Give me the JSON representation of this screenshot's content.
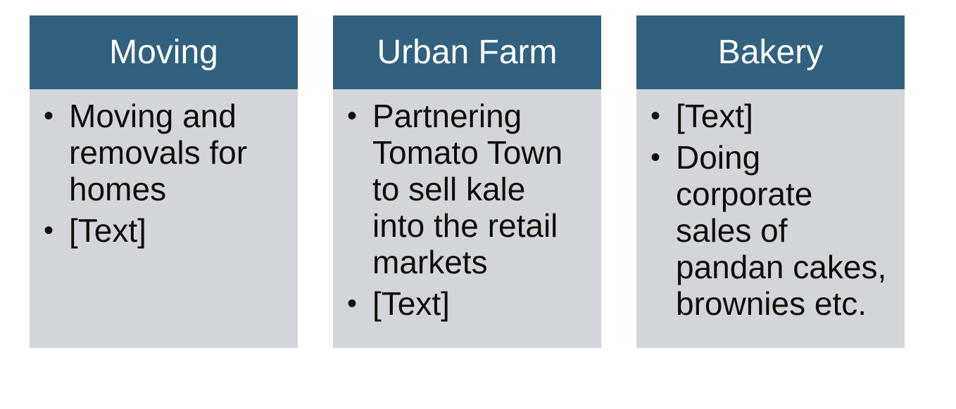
{
  "colors": {
    "slide_bg": "#FFFFFF",
    "header_bg": "#31617E",
    "header_text": "#FFFFFF",
    "body_bg": "#D2D5D9",
    "body_text": "#0D0D0D"
  },
  "ui": {
    "bullet_glyph": "•"
  },
  "cards": [
    {
      "title": "Moving",
      "bullets": [
        {
          "text": "Moving and removals for homes",
          "lines": [
            "Moving and",
            "removals for",
            "homes"
          ]
        },
        {
          "text": "[Text]",
          "lines": [
            "[Text]"
          ]
        }
      ]
    },
    {
      "title": "Urban Farm",
      "bullets": [
        {
          "text": "Partnering Tomato Town to sell kale into the retail markets",
          "lines": [
            "Partnering",
            "Tomato Town",
            "to sell kale",
            "into the retail",
            "markets"
          ]
        },
        {
          "text": "[Text]",
          "lines": [
            "[Text]"
          ]
        }
      ]
    },
    {
      "title": "Bakery",
      "bullets": [
        {
          "text": "[Text]",
          "lines": [
            "[Text]"
          ]
        },
        {
          "text": "Doing corporate sales of pandan cakes, brownies etc.",
          "lines": [
            "Doing",
            "corporate",
            "sales of",
            "pandan cakes,",
            "brownies etc."
          ]
        }
      ]
    }
  ]
}
